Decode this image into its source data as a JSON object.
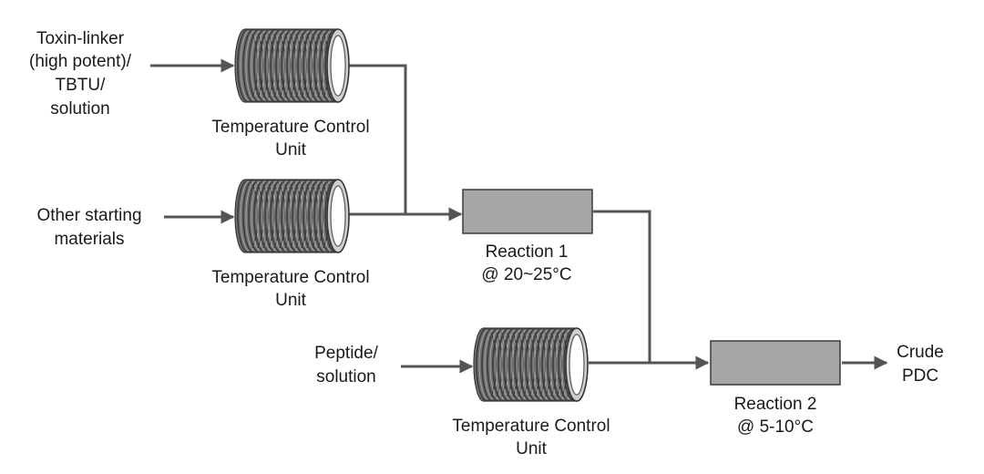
{
  "inputs": {
    "toxin": [
      "Toxin-linker",
      "(high potent)/",
      "TBTU/",
      "solution"
    ],
    "other": [
      "Other starting",
      "materials"
    ],
    "peptide": [
      "Peptide/",
      "solution"
    ]
  },
  "units": {
    "tcu1": [
      "Temperature Control",
      "Unit"
    ],
    "tcu2": [
      "Temperature Control",
      "Unit"
    ],
    "tcu3": [
      "Temperature Control",
      "Unit"
    ]
  },
  "reactors": {
    "reaction1": [
      "Reaction 1",
      "@ 20~25°C"
    ],
    "reaction2": [
      "Reaction 2",
      "@ 5-10°C"
    ]
  },
  "output": [
    "Crude",
    "PDC"
  ],
  "colors": {
    "line": "#555555",
    "box_fill": "#a6a6a6",
    "coil_fill": "#707070",
    "text": "#1a1a1a"
  },
  "icons": {
    "coil": "coil-icon"
  }
}
